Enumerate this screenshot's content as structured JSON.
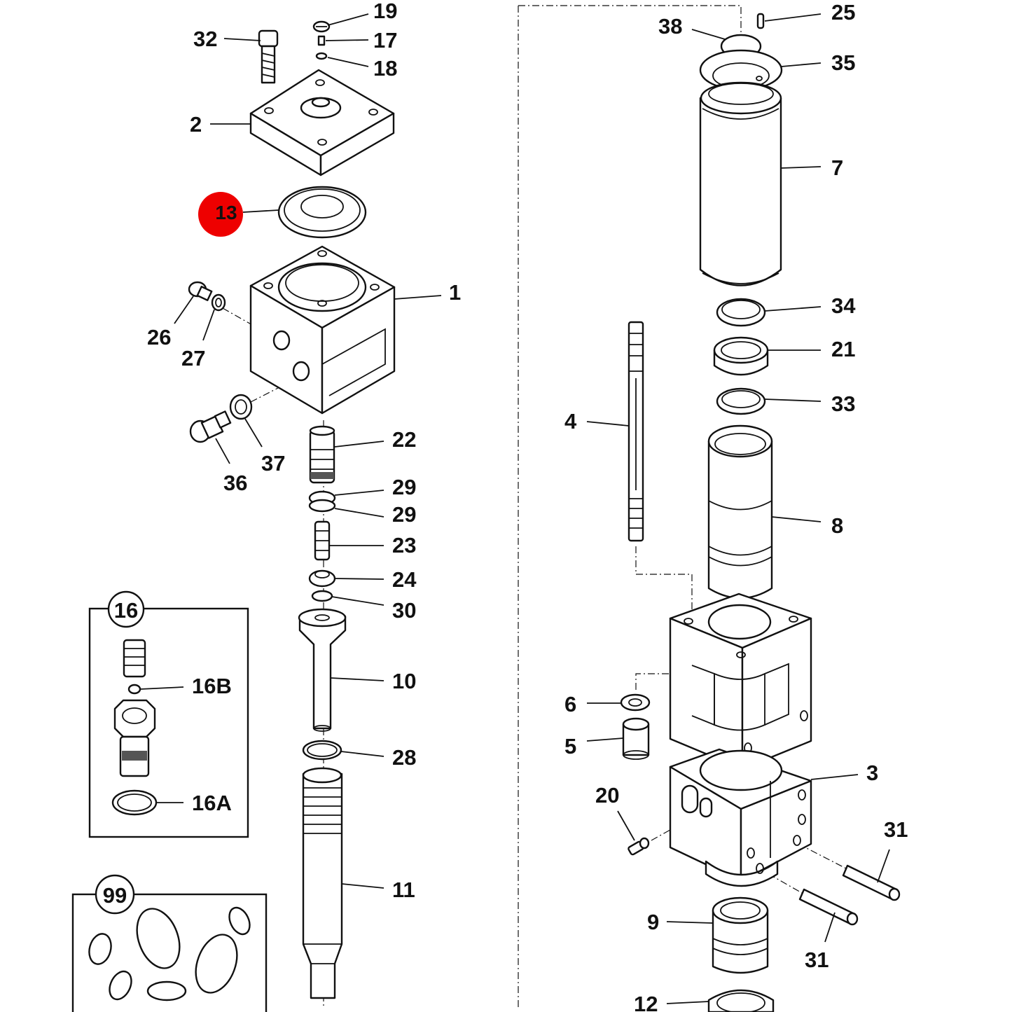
{
  "highlight_color": "#ee0000",
  "highlight_part": "13",
  "labels": {
    "p1": "1",
    "p2": "2",
    "p3": "3",
    "p4": "4",
    "p5": "5",
    "p6": "6",
    "p7": "7",
    "p8": "8",
    "p9": "9",
    "p10": "10",
    "p11": "11",
    "p12": "12",
    "p13": "13",
    "p16": "16",
    "p16a": "16A",
    "p16b": "16B",
    "p17": "17",
    "p18": "18",
    "p19": "19",
    "p20": "20",
    "p21": "21",
    "p22": "22",
    "p23": "23",
    "p24": "24",
    "p25": "25",
    "p26": "26",
    "p27": "27",
    "p28": "28",
    "p29a": "29",
    "p29b": "29",
    "p30": "30",
    "p31a": "31",
    "p31b": "31",
    "p32": "32",
    "p33": "33",
    "p34": "34",
    "p35": "35",
    "p36": "36",
    "p37": "37",
    "p38": "38",
    "p99": "99"
  }
}
